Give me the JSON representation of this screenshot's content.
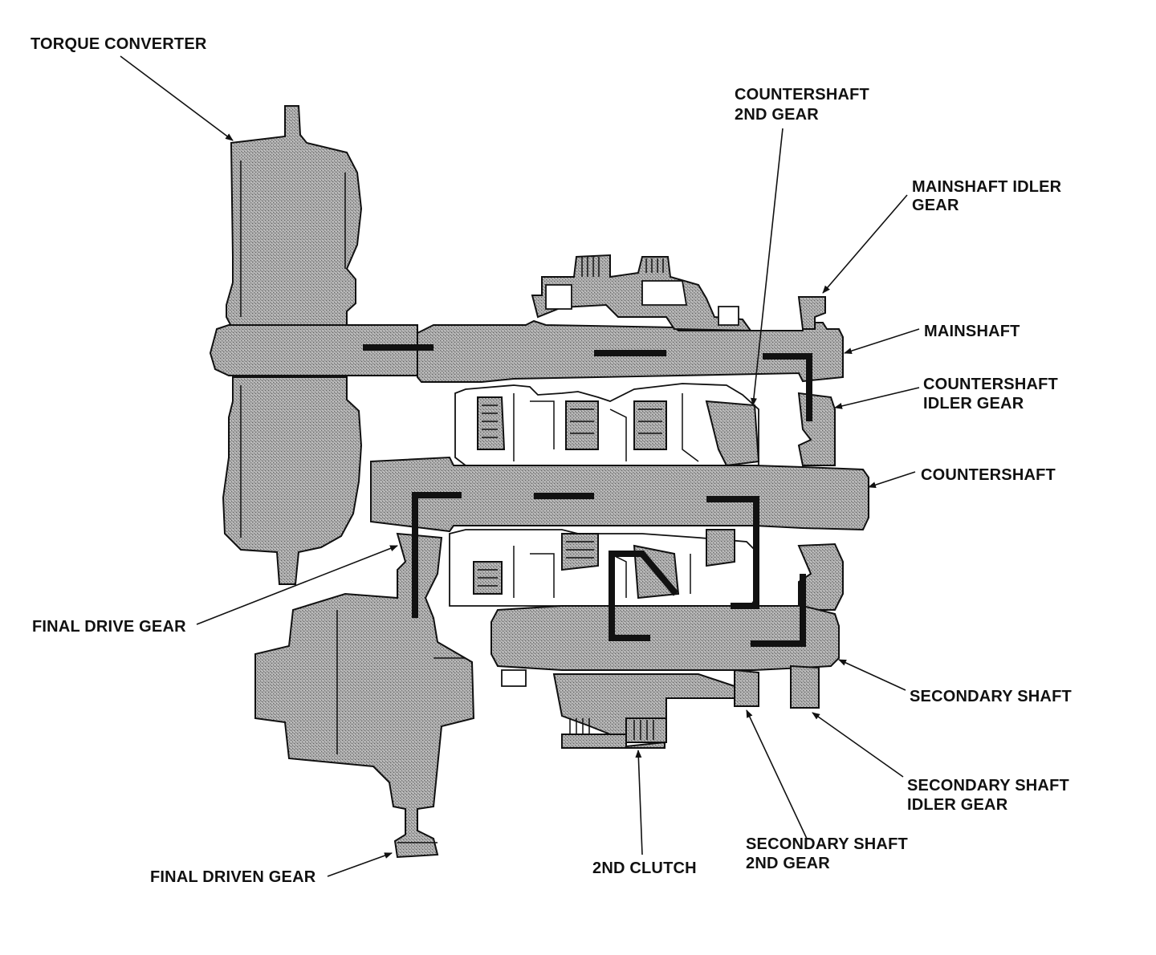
{
  "labels": {
    "torque_converter": "TORQUE CONVERTER",
    "countershaft_2nd_gear_l1": "COUNTERSHAFT",
    "countershaft_2nd_gear_l2": "2ND GEAR",
    "mainshaft_idler_gear_l1": "MAINSHAFT IDLER",
    "mainshaft_idler_gear_l2": "GEAR",
    "mainshaft": "MAINSHAFT",
    "countershaft_idler_gear_l1": "COUNTERSHAFT",
    "countershaft_idler_gear_l2": "IDLER GEAR",
    "countershaft": "COUNTERSHAFT",
    "final_drive_gear": "FINAL DRIVE GEAR",
    "secondary_shaft": "SECONDARY SHAFT",
    "secondary_shaft_idler_gear_l1": "SECONDARY SHAFT",
    "secondary_shaft_idler_gear_l2": "IDLER GEAR",
    "secondary_shaft_2nd_gear_l1": "SECONDARY SHAFT",
    "secondary_shaft_2nd_gear_l2": "2ND GEAR",
    "second_clutch": "2ND CLUTCH",
    "final_driven_gear": "FINAL DRIVEN GEAR"
  },
  "colors": {
    "ink": "#111111",
    "stipple_base": "#a9a9a9",
    "background": "#ffffff"
  }
}
